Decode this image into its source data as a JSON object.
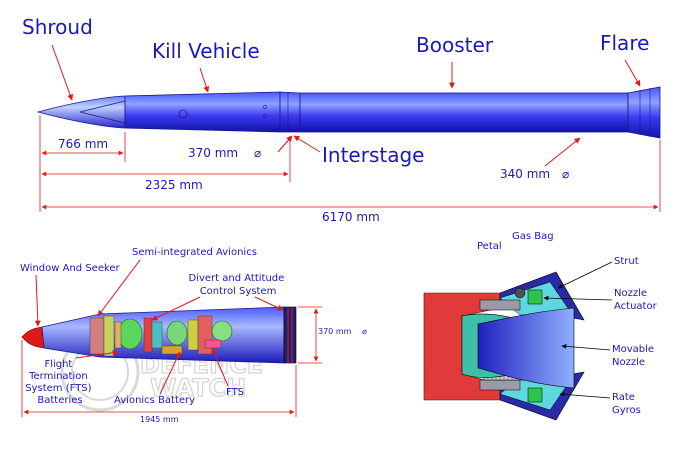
{
  "top": {
    "labels": {
      "shroud": "Shroud",
      "kill_vehicle": "Kill Vehicle",
      "booster": "Booster",
      "flare": "Flare",
      "interstage": "Interstage"
    },
    "dimensions": {
      "shroud_len": "766 mm",
      "kv_len": "2325 mm",
      "total_len": "6170 mm",
      "kv_dia": "370 mm",
      "kv_dia_sym": "⌀",
      "booster_dia": "340 mm",
      "booster_dia_sym": "⌀"
    }
  },
  "kill_vehicle": {
    "labels": {
      "window_seeker": "Window And Seeker",
      "semi_avionics": "Semi-integrated Avionics",
      "dacs_line1": "Divert and Attitude",
      "dacs_line2": "Control System",
      "fts_line1": "Flight",
      "fts_line2": "Termination",
      "fts_line3": "System (FTS)",
      "fts_line4": "Batteries",
      "avionics_battery": "Avionics Battery",
      "fts": "FTS"
    },
    "dimensions": {
      "length": "1945 mm",
      "dia": "370 mm",
      "dia_sym": "⌀"
    }
  },
  "flare_detail": {
    "labels": {
      "gas_bag": "Gas Bag",
      "petal": "Petal",
      "strut": "Strut",
      "nozzle_line1": "Nozzle",
      "nozzle_line2": "Actuator",
      "movable_line1": "Movable",
      "movable_line2": "Nozzle",
      "rate_line1": "Rate",
      "rate_line2": "Gyros"
    }
  },
  "watermark": {
    "line1": "DEFENCE",
    "line2": "WATCH"
  }
}
